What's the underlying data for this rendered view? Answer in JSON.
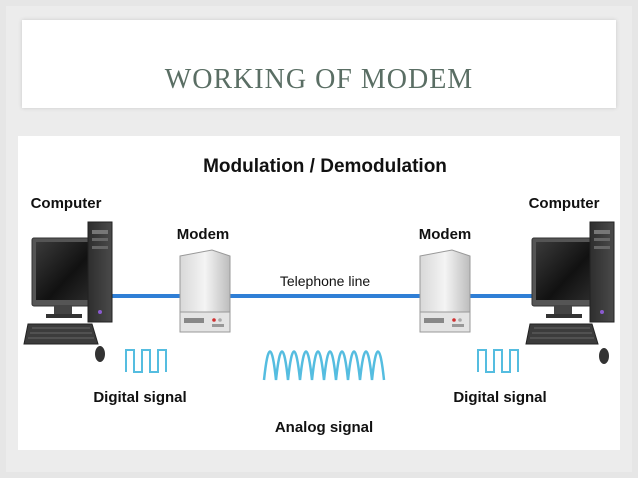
{
  "slide": {
    "title": "WORKING OF MODEM"
  },
  "diagram": {
    "heading": "Modulation / Demodulation",
    "labels": {
      "computer_left": "Computer",
      "computer_right": "Computer",
      "modem_left": "Modem",
      "modem_right": "Modem",
      "telephone_line": "Telephone line",
      "digital_signal_left": "Digital signal",
      "digital_signal_right": "Digital signal",
      "analog_signal": "Analog signal"
    },
    "colors": {
      "line": "#2f7fd6",
      "signal": "#55bde0",
      "text": "#111111",
      "title": "#5a6e64"
    }
  }
}
